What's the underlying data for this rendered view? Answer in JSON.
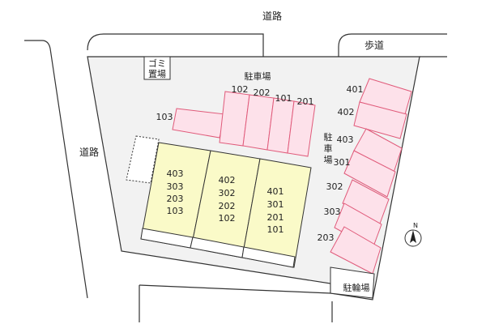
{
  "roads": {
    "top": "道路",
    "left": "道路"
  },
  "sidewalk": "歩道",
  "garbage": [
    "ゴミ",
    "置場"
  ],
  "parking_top": {
    "label": "駐車場",
    "slots": [
      "103",
      "102",
      "202",
      "101",
      "201"
    ]
  },
  "parking_right": {
    "label": [
      "駐",
      "車",
      "場"
    ],
    "slots": [
      "401",
      "402",
      "403",
      "301",
      "302",
      "303",
      "203"
    ]
  },
  "bike_parking": "駐輪場",
  "buildings": [
    {
      "rooms": [
        "403",
        "303",
        "203",
        "103"
      ]
    },
    {
      "rooms": [
        "402",
        "302",
        "202",
        "102"
      ]
    },
    {
      "rooms": [
        "401",
        "301",
        "201",
        "101"
      ]
    }
  ],
  "north": "N",
  "colors": {
    "site_fill": "#f2f2f2",
    "parking_fill": "#fde1ea",
    "parking_stroke": "#e05a7a",
    "building_fill": "#fafac8",
    "outline": "#333333"
  }
}
